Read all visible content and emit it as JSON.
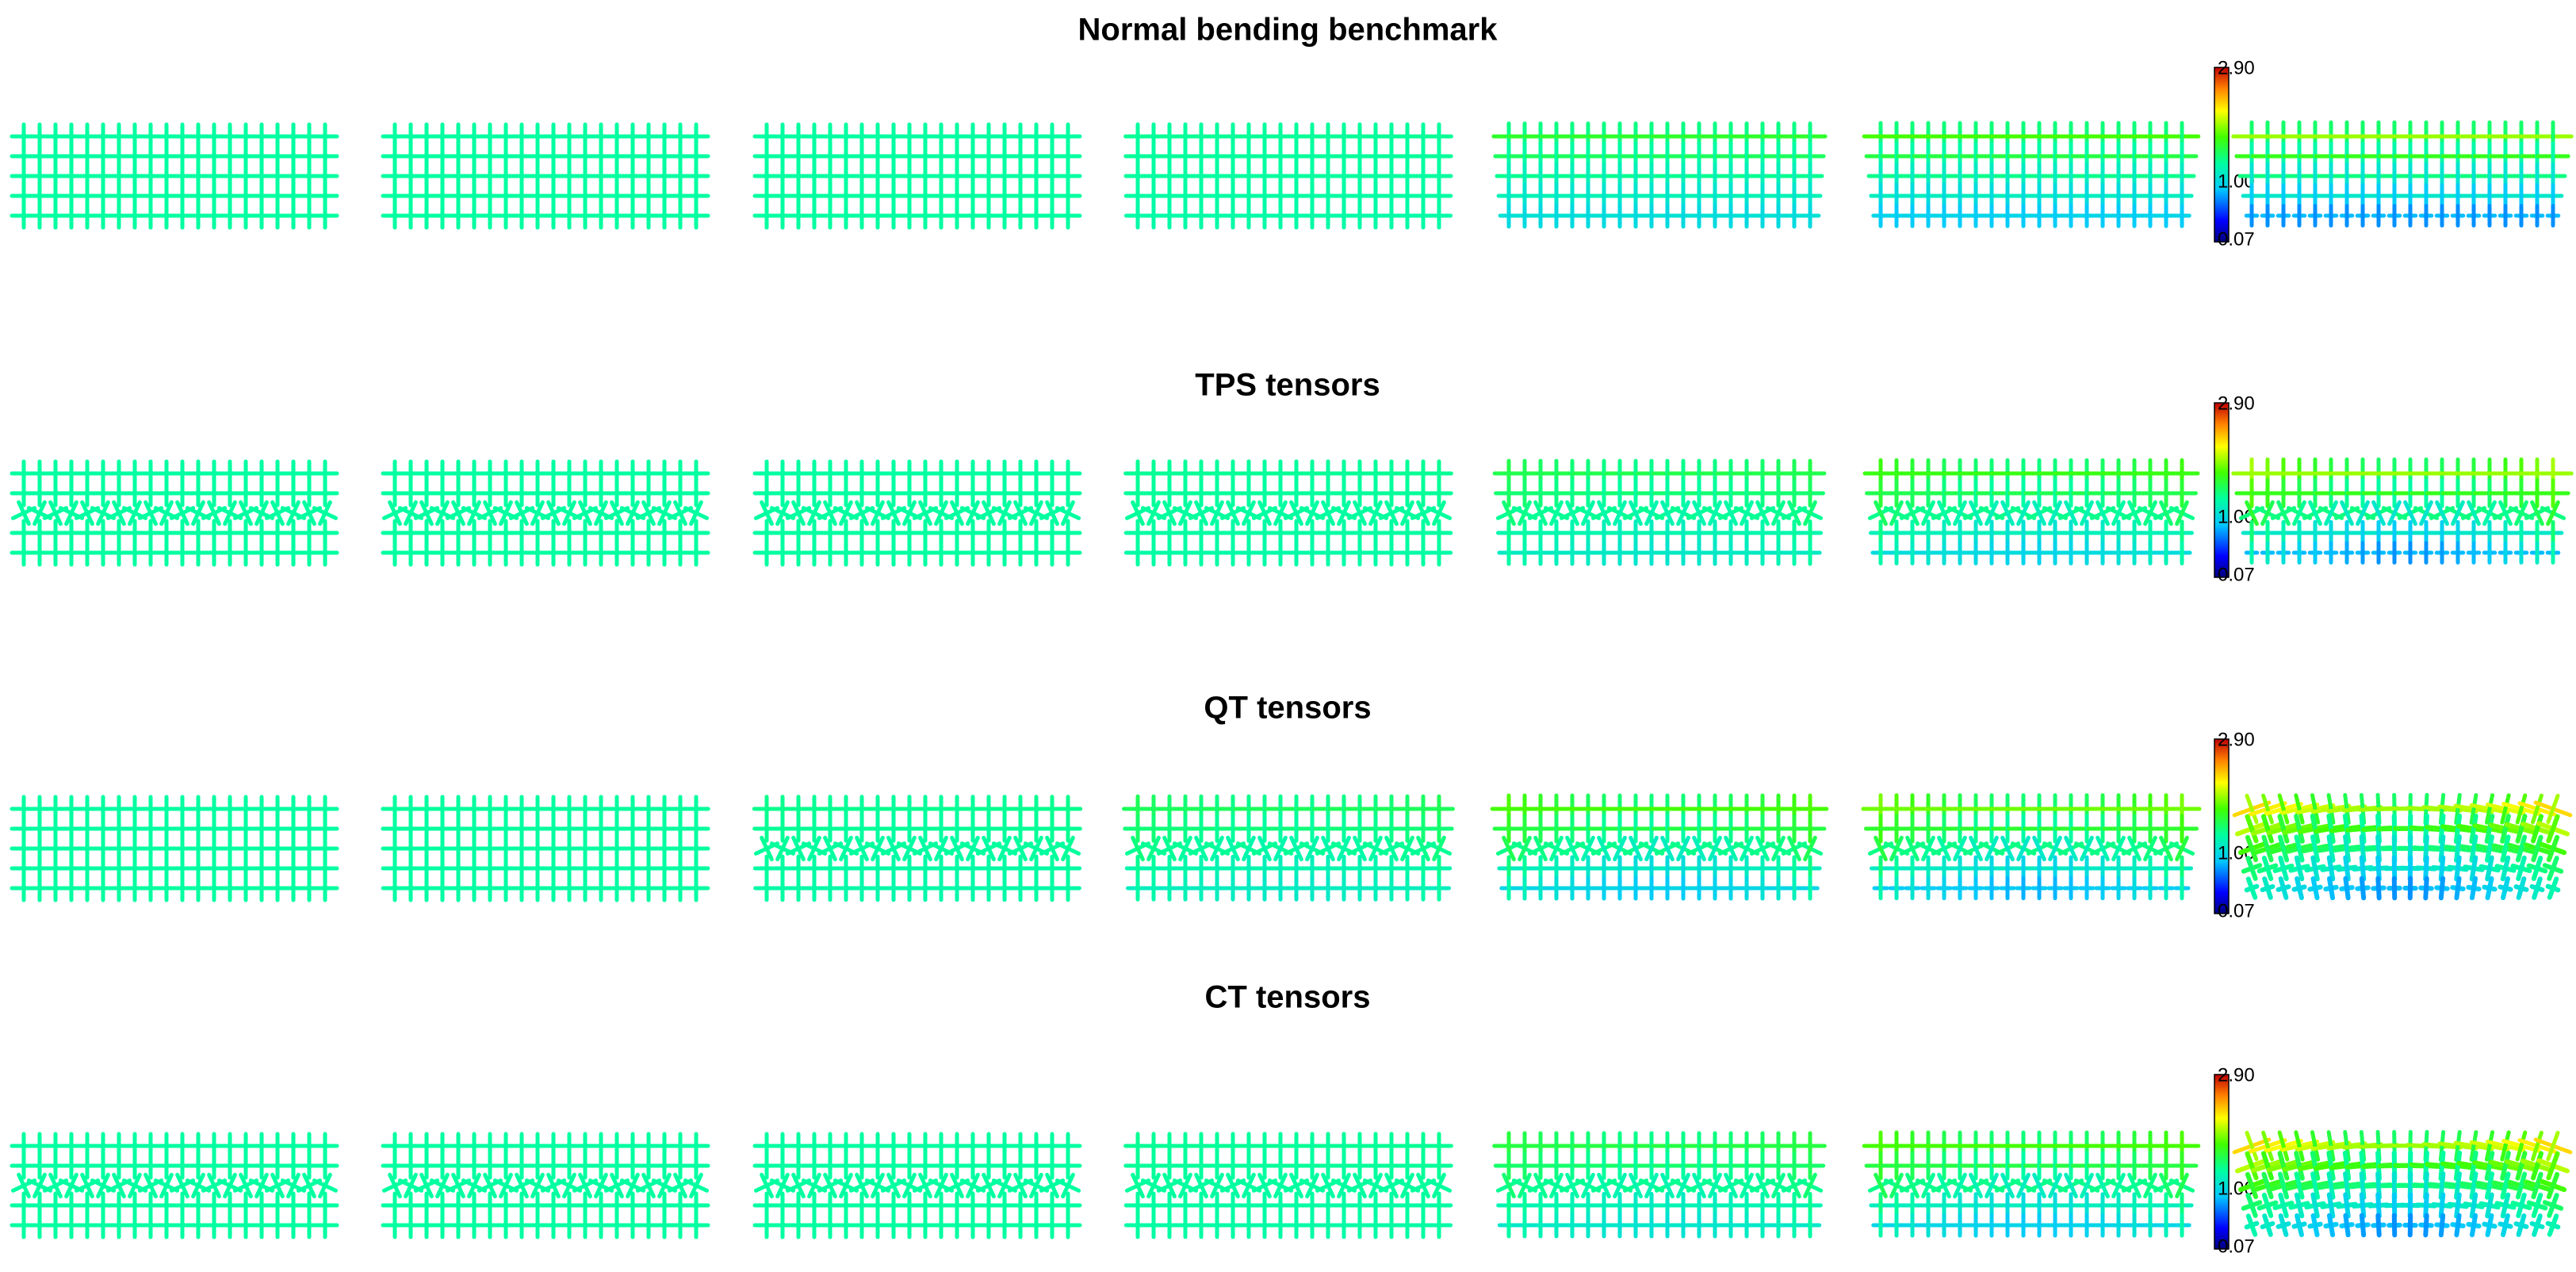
{
  "figure": {
    "rows": [
      {
        "title": "Normal bending benchmark",
        "colorbar": {
          "max_label": "2.90",
          "mid_label": "1.00",
          "min_label": "0.07"
        },
        "panels": [
          {
            "style": "clean",
            "deform": 0.0
          },
          {
            "style": "clean",
            "deform": 0.0
          },
          {
            "style": "clean",
            "deform": 0.0
          },
          {
            "style": "clean",
            "deform": 0.05
          },
          {
            "style": "clean",
            "deform": 0.5
          },
          {
            "style": "clean",
            "deform": 0.7
          },
          {
            "style": "clean",
            "deform": 1.0
          }
        ]
      },
      {
        "title": "TPS tensors",
        "colorbar": {
          "max_label": "2.90",
          "mid_label": "1.00",
          "min_label": "0.07"
        },
        "panels": [
          {
            "style": "wavy",
            "deform": 0.0
          },
          {
            "style": "wavy",
            "deform": 0.0
          },
          {
            "style": "wavy",
            "deform": 0.0
          },
          {
            "style": "wavy",
            "deform": 0.05
          },
          {
            "style": "wavy",
            "deform": 0.35
          },
          {
            "style": "wavy",
            "deform": 0.6
          },
          {
            "style": "wavy",
            "deform": 1.0
          }
        ]
      },
      {
        "title": "QT tensors",
        "colorbar": {
          "max_label": "2.90",
          "mid_label": "1.00",
          "min_label": "0.07"
        },
        "panels": [
          {
            "style": "clean",
            "deform": 0.0
          },
          {
            "style": "clean",
            "deform": 0.02
          },
          {
            "style": "wavy",
            "deform": 0.08
          },
          {
            "style": "wavy",
            "deform": 0.3
          },
          {
            "style": "wavy",
            "deform": 0.7
          },
          {
            "style": "wavy",
            "deform": 0.85
          },
          {
            "style": "blobs",
            "deform": 1.0
          }
        ]
      },
      {
        "title": "CT tensors",
        "colorbar": {
          "max_label": "2.90",
          "mid_label": "1.00",
          "min_label": "0.07"
        },
        "panels": [
          {
            "style": "wavy",
            "deform": 0.0
          },
          {
            "style": "wavy",
            "deform": 0.0
          },
          {
            "style": "wavy",
            "deform": 0.0
          },
          {
            "style": "wavy",
            "deform": 0.05
          },
          {
            "style": "wavy",
            "deform": 0.4
          },
          {
            "style": "wavy",
            "deform": 0.7
          },
          {
            "style": "blobs",
            "deform": 1.0
          }
        ]
      }
    ]
  }
}
